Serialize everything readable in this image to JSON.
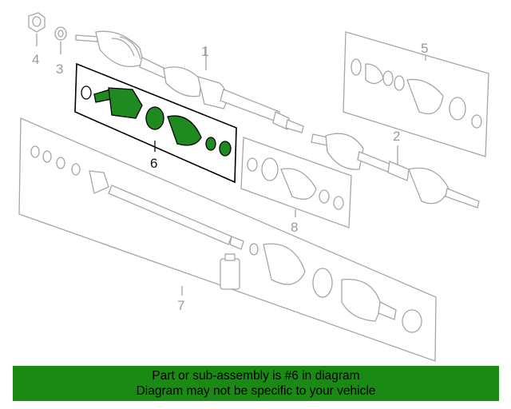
{
  "callouts": {
    "c1": "1",
    "c2": "2",
    "c3": "3",
    "c4": "4",
    "c5": "5",
    "c6": "6",
    "c7": "7",
    "c8": "8"
  },
  "highlighted_part": "6",
  "colors": {
    "highlight": "#1f8a1f",
    "banner": "#1a8a14",
    "line_gray": "#a6a6a6"
  },
  "banner": {
    "line1": "Part or sub-assembly is #6 in diagram",
    "line2": "Diagram may not be specific to your vehicle"
  }
}
